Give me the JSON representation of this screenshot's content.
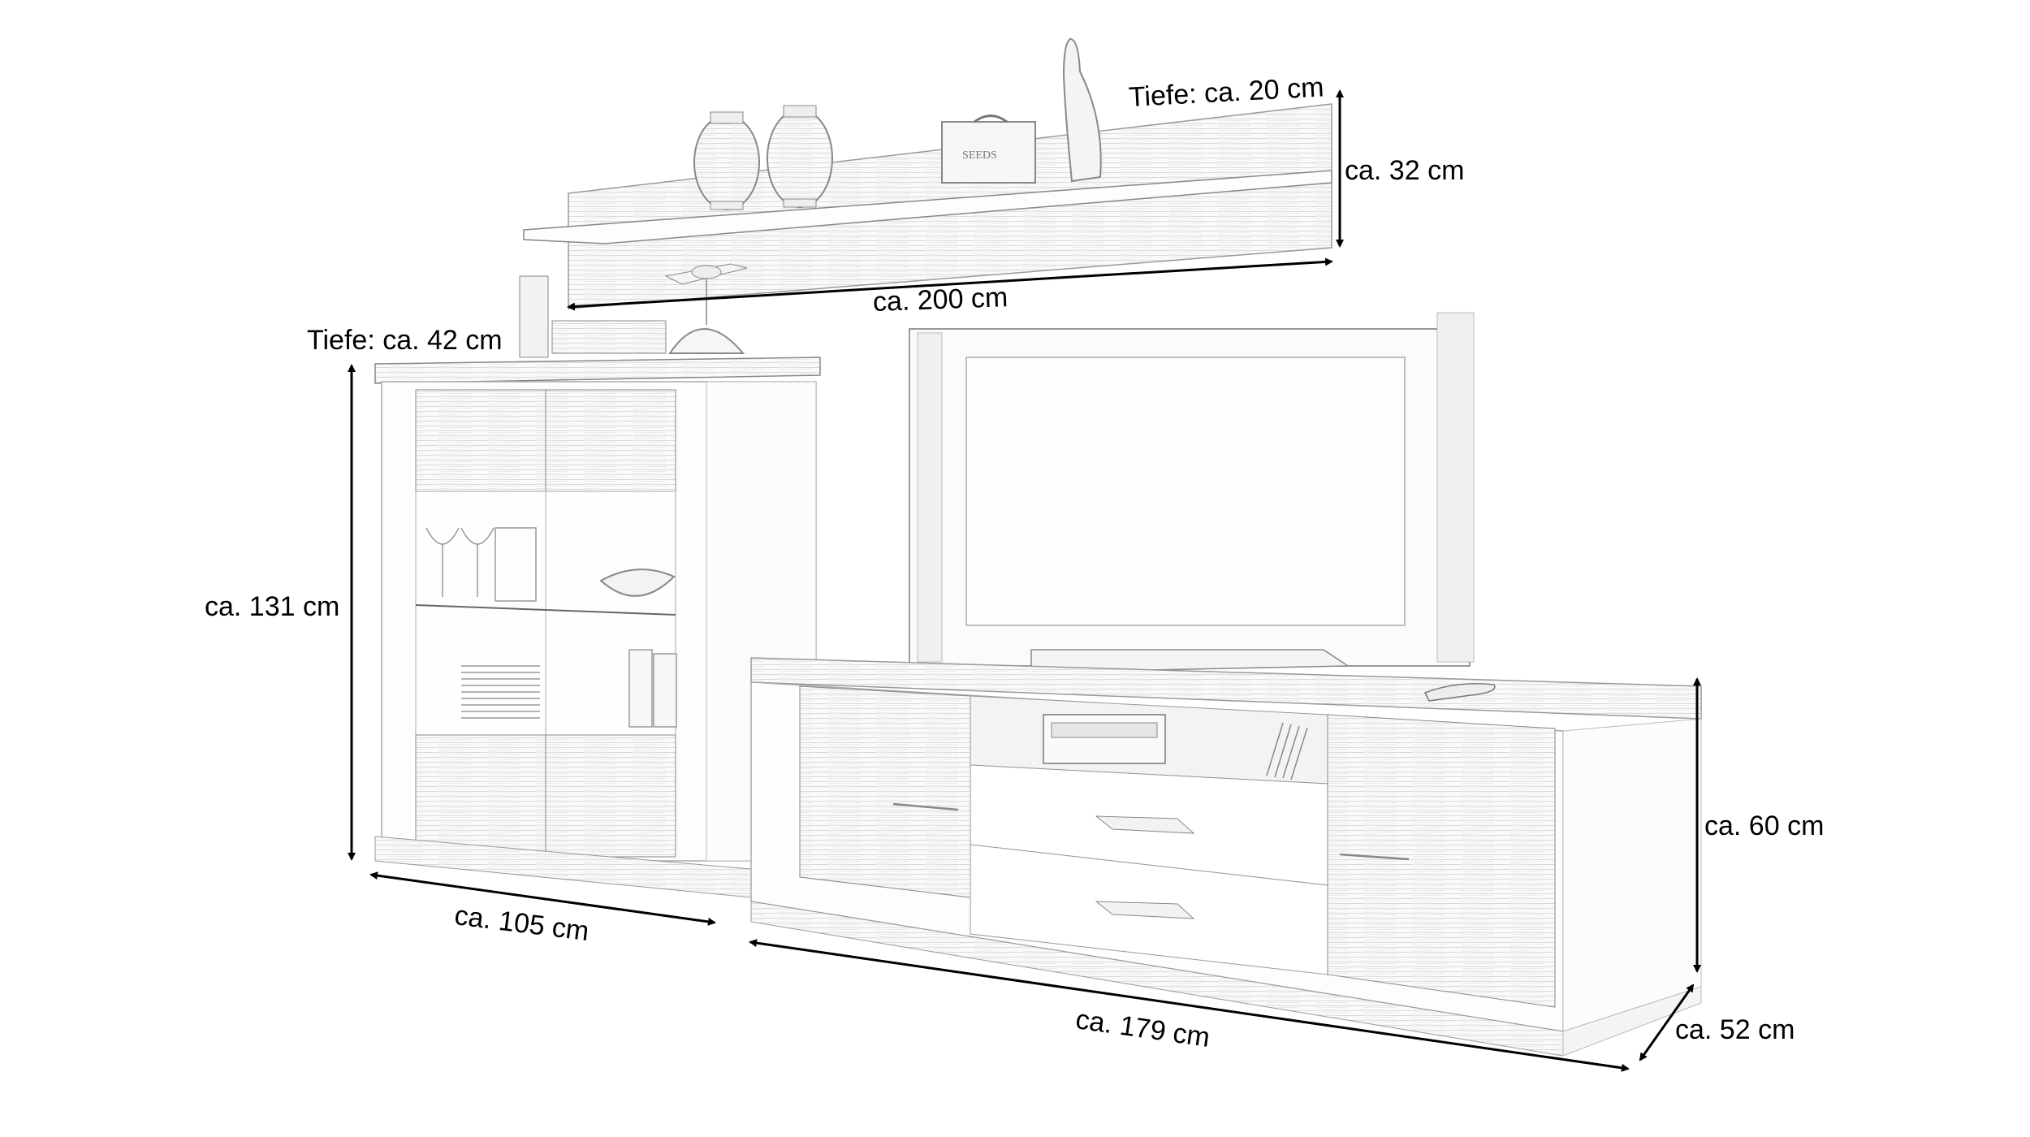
{
  "diagram": {
    "type": "furniture-dimension-drawing",
    "style": "pencil sketch, grayscale",
    "units": "cm"
  },
  "wall_shelf": {
    "label_depth": "Tiefe: ca. 20 cm",
    "label_height": "ca. 32 cm",
    "label_width": "ca. 200 cm",
    "depth_cm": 20,
    "height_cm": 32,
    "width_cm": 200,
    "decor": [
      "lantern",
      "lantern",
      "storage-tin",
      "bottle-vase"
    ],
    "tin_text": "SEEDS"
  },
  "highboard": {
    "label_depth": "Tiefe: ca. 42 cm",
    "label_height": "ca. 131 cm",
    "label_width": "ca. 105 cm",
    "depth_cm": 42,
    "height_cm": 131,
    "width_cm": 105,
    "decor": [
      "books",
      "airplane-model",
      "dome-lamp",
      "wine-glasses",
      "bowl",
      "plates",
      "tumblers"
    ]
  },
  "tv_lowboard": {
    "label_height": "ca. 60 cm",
    "label_width": "ca. 179 cm",
    "label_depth": "ca. 52 cm",
    "height_cm": 60,
    "width_cm": 179,
    "depth_cm": 52,
    "decor": [
      "flat-tv",
      "dvd-player",
      "dvds",
      "remote-control"
    ]
  },
  "colors": {
    "line": "#000000",
    "sketch": "#9a9a9a",
    "sketch_light": "#cfcfcf",
    "background": "#ffffff"
  }
}
